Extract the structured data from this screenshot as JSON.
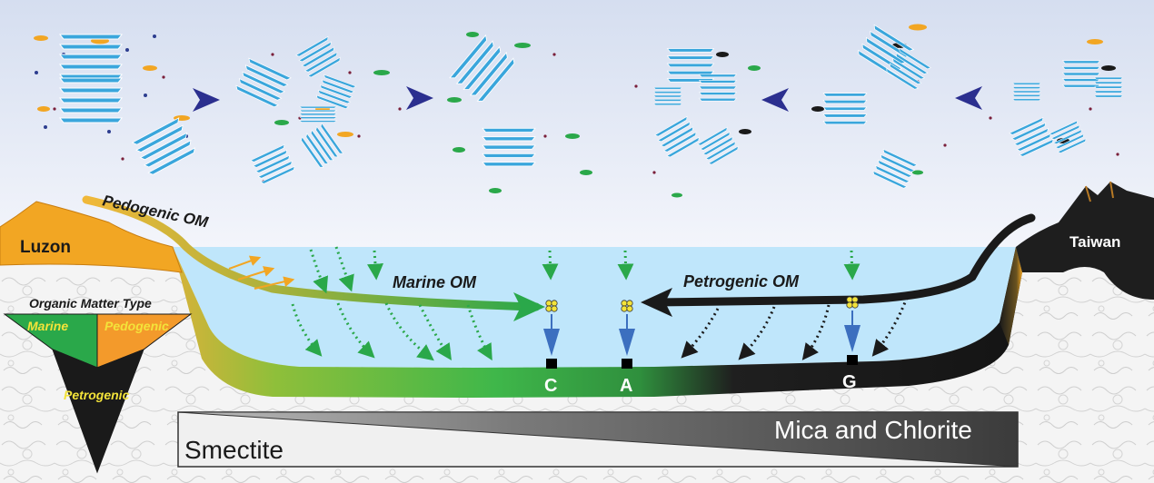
{
  "labels": {
    "luzon": "Luzon",
    "taiwan": "Taiwan",
    "pedogenic_om": "Pedogenic OM",
    "marine_om": "Marine OM",
    "petrogenic_om": "Petrogenic OM",
    "om_type_title": "Organic Matter Type",
    "tri_marine": "Marine",
    "tri_pedogenic": "Pedogenic",
    "tri_petrogenic": "Petrogenic",
    "site_c": "C",
    "site_a": "A",
    "site_g": "G",
    "smectite": "Smectite",
    "mica_chlorite": "Mica and Chlorite"
  },
  "colors": {
    "sky_top": "#d9e2f2",
    "sky_bottom": "#f2f4fa",
    "water": "#bfe6fb",
    "luzon": "#f2a623",
    "taiwan": "#1e1e1e",
    "marine": "#2aa84a",
    "pedogenic": "#f39a2b",
    "petrogenic": "#1a1a1a",
    "clay_blue": "#3aa6dc",
    "triangle_text": "#f3e33a"
  },
  "icons": {
    "arrow_shape": "chevron-right-icon",
    "plankton": "plankton-icon",
    "sediment_trap": "sediment-trap-icon"
  }
}
